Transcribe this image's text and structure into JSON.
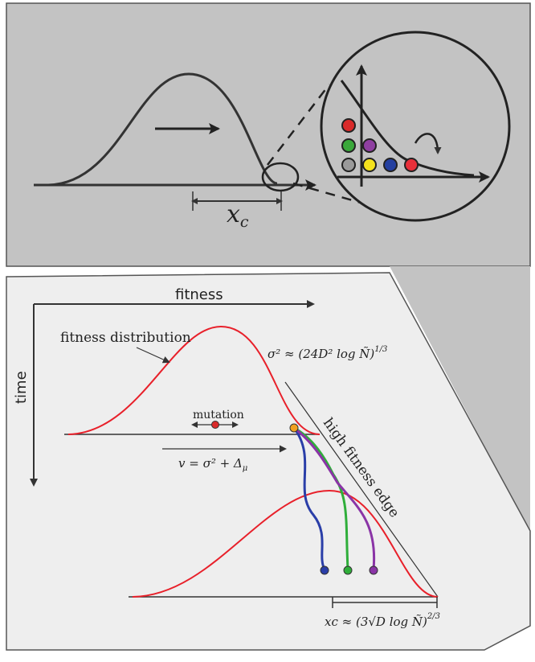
{
  "top_panel": {
    "x_label": "x",
    "x_label_sub": "c"
  },
  "bottom_panel": {
    "axis_fitness": "fitness",
    "axis_time": "time",
    "label_distribution": "fitness distribution",
    "label_mutation": "mutation",
    "label_velocity": "v = σ² + Δ",
    "label_velocity_sub": "μ",
    "label_sigma": "σ² ≈ (24D² log Ñ)",
    "label_sigma_exp": "1/3",
    "label_edge": "high fitness edge",
    "label_xc": "xc ≈ (3√D log Ñ)",
    "label_xc_exp": "2/3"
  },
  "colors": {
    "panel_bg_top": "#c3c3c3",
    "panel_bg_bottom": "#eeeeee",
    "curve_top": "#3a3a3a",
    "curve_bottom": "#e8202a",
    "dot_red": "#d92b2b",
    "dot_green": "#3aa83a",
    "dot_purple": "#8e3fa0",
    "dot_grey": "#9a9a9a",
    "dot_yellow": "#f4e21c",
    "dot_blue": "#2440a0",
    "dot_orange": "#f0a020",
    "lineage_blue": "#2a3ea8",
    "lineage_green": "#2fae3a",
    "lineage_purple": "#8a34a6"
  }
}
